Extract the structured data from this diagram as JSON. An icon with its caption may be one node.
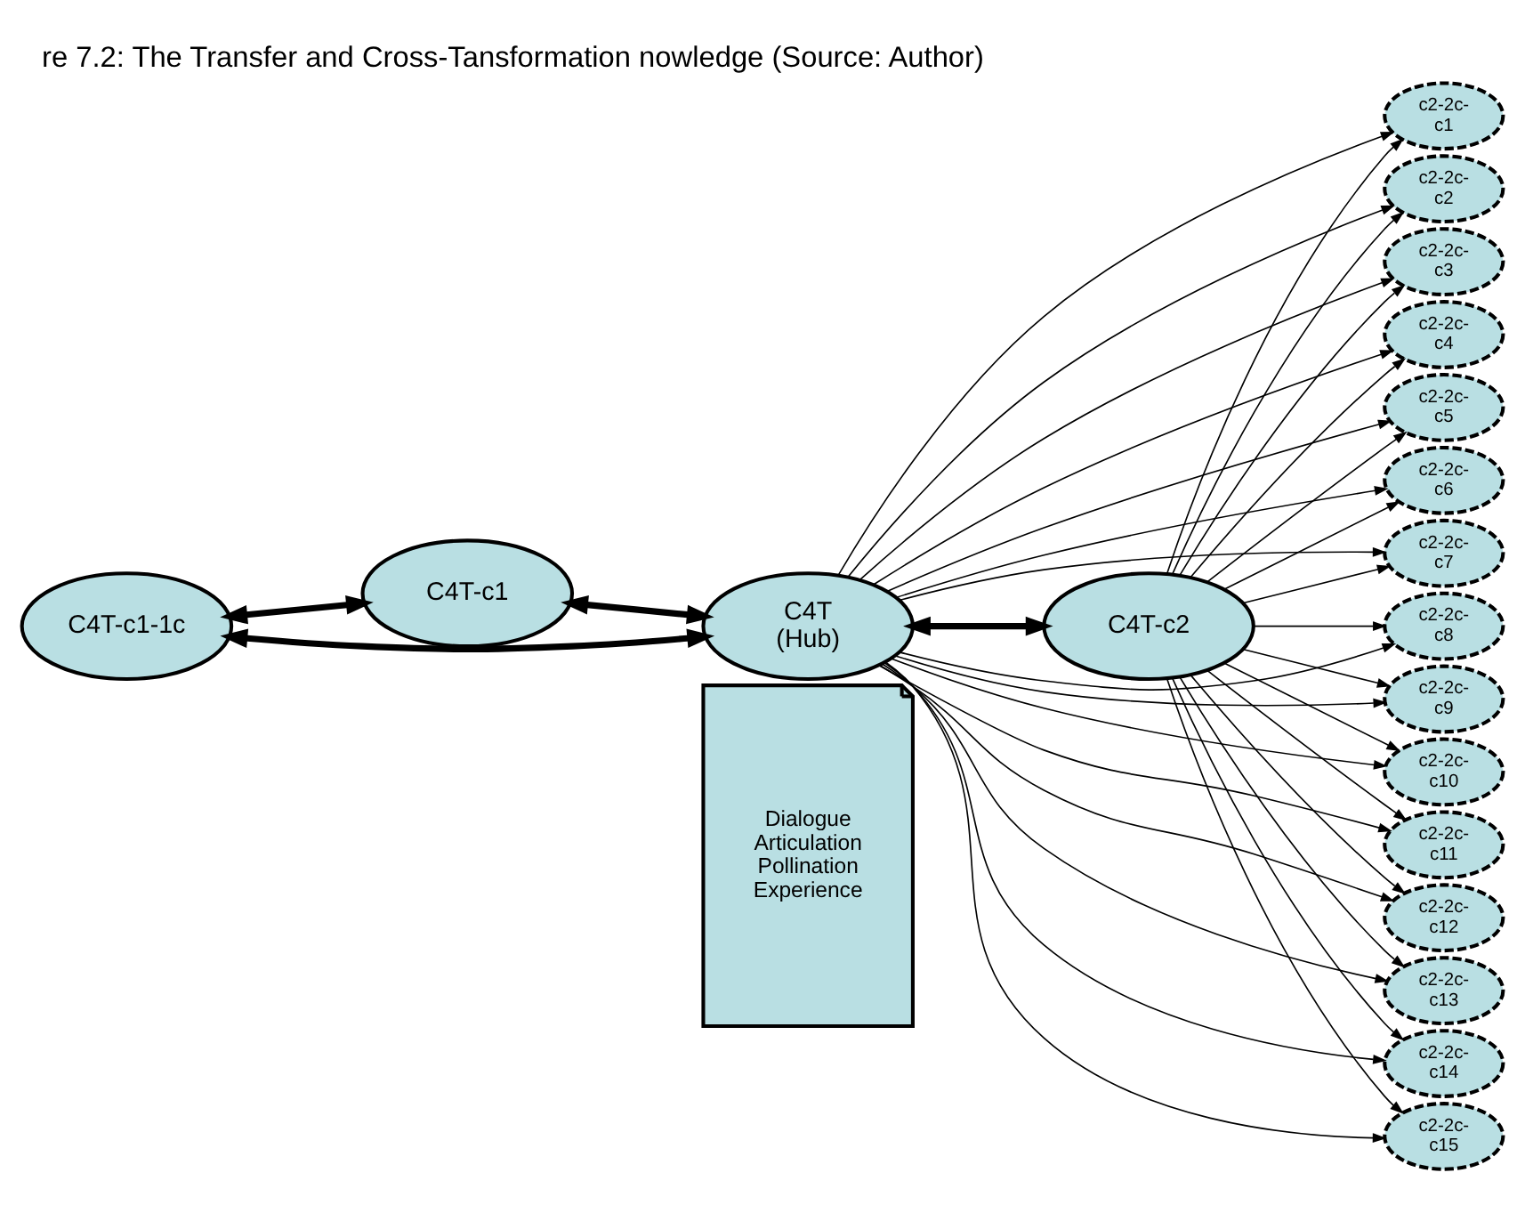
{
  "diagram": {
    "title": "re 7.2: The Transfer and Cross-Tansformation nowledge (Source: Author)",
    "nodes": [
      {
        "text": [
          "C4T-c1"
        ]
      },
      {
        "text": [
          "C4T-c2"
        ]
      },
      {
        "text": [
          "C4T (Hub)"
        ]
      },
      {
        "text": [
          "C4T-c1-1c"
        ]
      },
      {
        "text": [
          "Dialogue Articulation Pollination Experience"
        ]
      },
      {
        "text": [
          "c2-2c- c1"
        ]
      },
      {
        "text": [
          "c2-2c- c2"
        ]
      },
      {
        "text": [
          "c2-2c- c3"
        ]
      },
      {
        "text": [
          "c2-2c- c4"
        ]
      },
      {
        "text": [
          "c2-2c- c5"
        ]
      },
      {
        "text": [
          "c2-2c- c6"
        ]
      },
      {
        "text": [
          "c2-2c- c7"
        ]
      },
      {
        "text": [
          "c2-2c- c8"
        ]
      },
      {
        "text": [
          "c2-2c- c9"
        ]
      },
      {
        "text": [
          "c2-2c- c10"
        ]
      },
      {
        "text": [
          "c2-2c- c11"
        ]
      },
      {
        "text": [
          "c2-2c- c12"
        ]
      },
      {
        "text": [
          "c2-2c- c13"
        ]
      },
      {
        "text": [
          "c2-2c- c14"
        ]
      },
      {
        "text": [
          "c2-2c- c15"
        ]
      }
    ],
    "edges": [
      {
        "from": 3,
        "to": 0,
        "arrow": "both",
        "style": "thick"
      },
      {
        "from": 3,
        "to": 2,
        "arrow": "both",
        "style": "thick"
      },
      {
        "from": 0,
        "to": 2,
        "arrow": "both",
        "style": "thick"
      },
      {
        "from": 2,
        "to": 1,
        "arrow": "both",
        "style": "thick"
      },
      {
        "from": 1,
        "to": 5,
        "arrow": "to"
      },
      {
        "from": 1,
        "to": 6,
        "arrow": "to"
      },
      {
        "from": 1,
        "to": 7,
        "arrow": "to"
      },
      {
        "from": 1,
        "to": 8,
        "arrow": "to"
      },
      {
        "from": 1,
        "to": 9,
        "arrow": "to"
      },
      {
        "from": 1,
        "to": 10,
        "arrow": "to"
      },
      {
        "from": 1,
        "to": 11,
        "arrow": "to"
      },
      {
        "from": 1,
        "to": 12,
        "arrow": "to"
      },
      {
        "from": 1,
        "to": 13,
        "arrow": "to"
      },
      {
        "from": 1,
        "to": 14,
        "arrow": "to"
      },
      {
        "from": 1,
        "to": 15,
        "arrow": "to"
      },
      {
        "from": 1,
        "to": 16,
        "arrow": "to"
      },
      {
        "from": 1,
        "to": 17,
        "arrow": "to"
      },
      {
        "from": 1,
        "to": 18,
        "arrow": "to"
      },
      {
        "from": 1,
        "to": 19,
        "arrow": "to"
      },
      {
        "from": 2,
        "to": 5,
        "arrow": "to"
      },
      {
        "from": 2,
        "to": 6,
        "arrow": "to"
      },
      {
        "from": 2,
        "to": 7,
        "arrow": "to"
      },
      {
        "from": 2,
        "to": 8,
        "arrow": "to"
      },
      {
        "from": 2,
        "to": 9,
        "arrow": "to"
      },
      {
        "from": 2,
        "to": 10,
        "arrow": "to"
      },
      {
        "from": 2,
        "to": 11,
        "arrow": "to"
      },
      {
        "from": 2,
        "to": 12,
        "arrow": "to"
      },
      {
        "from": 2,
        "to": 13,
        "arrow": "to"
      },
      {
        "from": 2,
        "to": 14,
        "arrow": "to"
      },
      {
        "from": 2,
        "to": 15,
        "arrow": "to"
      },
      {
        "from": 2,
        "to": 16,
        "arrow": "to"
      },
      {
        "from": 2,
        "to": 17,
        "arrow": "to"
      },
      {
        "from": 2,
        "to": 18,
        "arrow": "to"
      },
      {
        "from": 2,
        "to": 19,
        "arrow": "to"
      }
    ]
  }
}
